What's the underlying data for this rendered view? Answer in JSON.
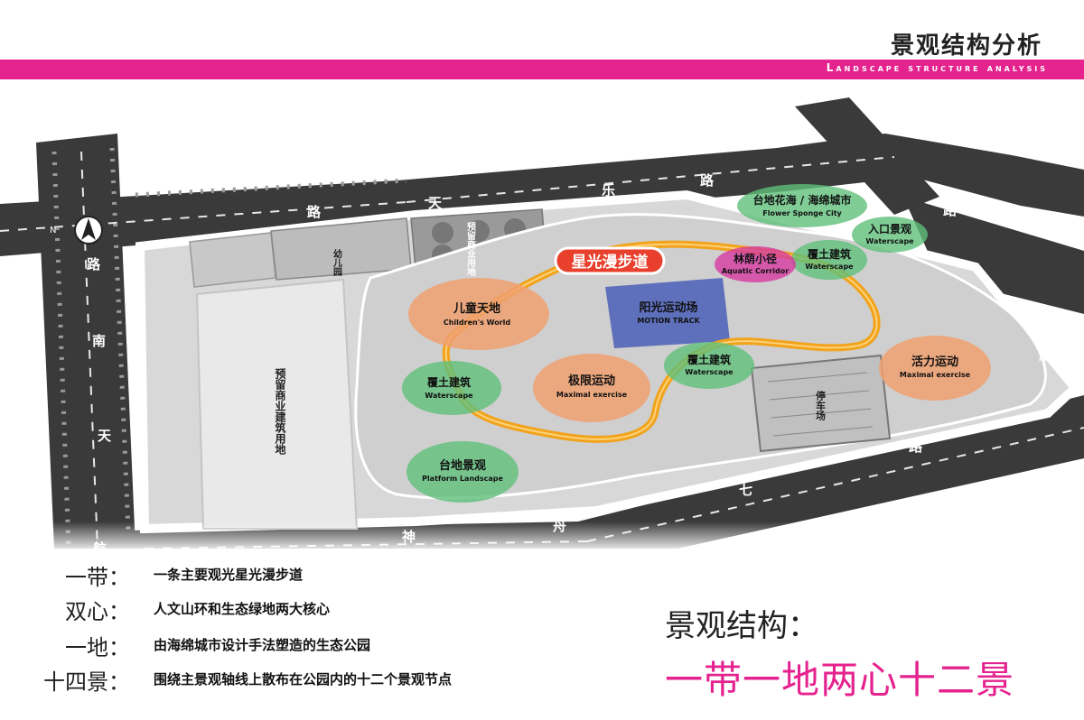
{
  "header": {
    "title": "景观结构分析",
    "subtitle": "Landscape structure analysis"
  },
  "colors": {
    "accent": "#e5238f",
    "road": "#3a3a3a",
    "track": "#f2a31b",
    "zone_orange": "#f0a070",
    "zone_green": "#5fbf7a",
    "zone_blue": "#3d55b0",
    "zone_pink": "#d63aa0"
  },
  "map": {
    "compass": "N",
    "roads": {
      "top_1": "天",
      "top_2": "乐",
      "top_3": "路",
      "left_1": "路",
      "left_2": "南",
      "left_3": "天",
      "bottom_1": "神",
      "bottom_2": "舟",
      "bottom_3": "七",
      "bottom_4": "路",
      "right_1": "航",
      "corner": "航"
    },
    "reserved_commercial": "预留商业建筑用地",
    "reserved_small": "幼儿园",
    "reserved_mid": "预留商业用地",
    "parking": "停车场",
    "starlight_path": "星光漫步道",
    "zones": [
      {
        "name": "儿童天地",
        "en": "Children's World"
      },
      {
        "name": "阳光运动场",
        "en": "MOTION TRACK"
      },
      {
        "name": "极限运动",
        "en": "Maximal exercise"
      },
      {
        "name": "覆土建筑",
        "en": "Waterscape"
      },
      {
        "name": "覆土建筑",
        "en": "Waterscape"
      },
      {
        "name": "覆土建筑",
        "en": "Waterscape"
      },
      {
        "name": "林荫小径",
        "en": "Aquatic Corridor"
      },
      {
        "name": "台地花海 / 海绵城市",
        "en": "Flower Sponge City"
      },
      {
        "name": "入口景观",
        "en": "Waterscape"
      },
      {
        "name": "活力运动",
        "en": "Maximal exercise"
      },
      {
        "name": "台地景观",
        "en": "Platform Landscape"
      }
    ]
  },
  "legend": [
    {
      "key": "一带：",
      "value": "一条主要观光星光漫步道"
    },
    {
      "key": "双心：",
      "value": "人文山环和生态绿地两大核心"
    },
    {
      "key": "一地：",
      "value": "由海绵城市设计手法塑造的生态公园"
    },
    {
      "key": "十四景：",
      "value": "围绕主景观轴线上散布在公园内的十二个景观节点"
    }
  ],
  "structure": {
    "title": "景观结构：",
    "main": "一带一地两心十二景"
  }
}
